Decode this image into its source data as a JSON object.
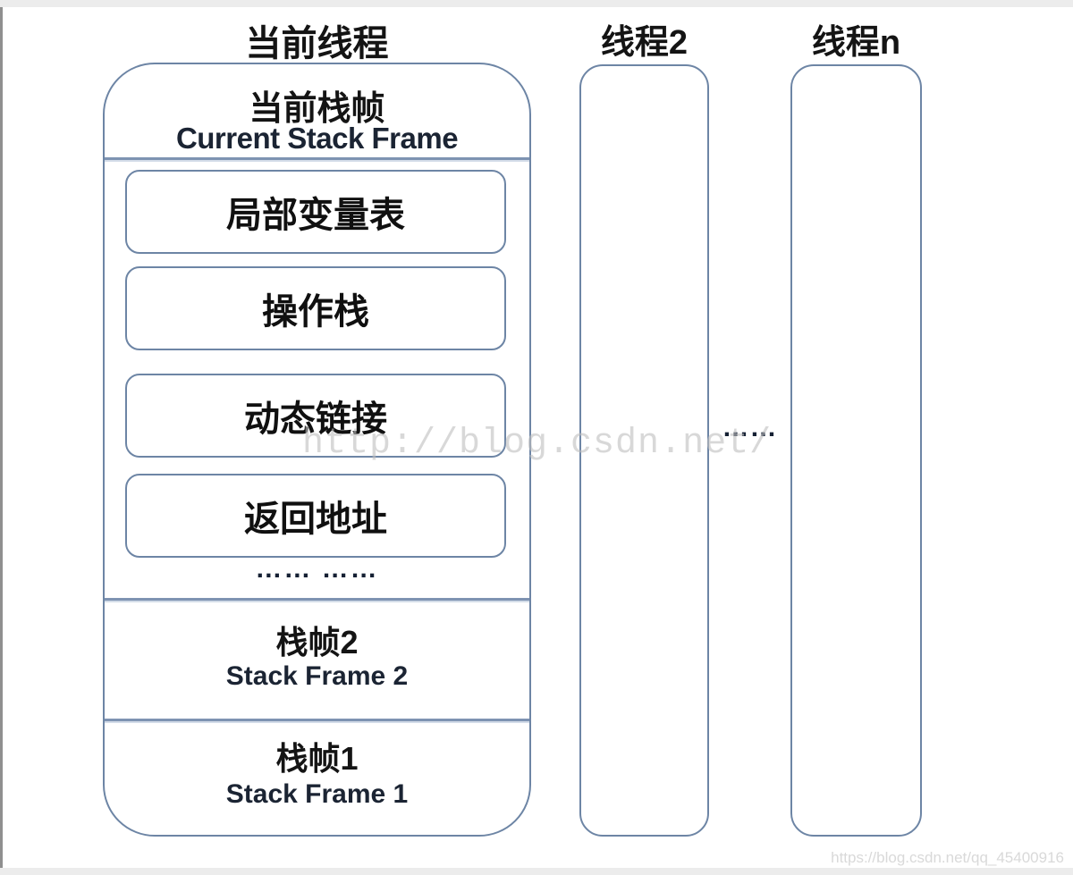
{
  "title": "当前线程",
  "stack": {
    "header_cn": "当前栈帧",
    "header_en": "Current Stack Frame",
    "frame_parts": [
      "局部变量表",
      "操作栈",
      "动态链接",
      "返回地址"
    ],
    "ellipsis_row": "…… ……",
    "frames": [
      {
        "cn": "栈帧2",
        "en": "Stack Frame 2"
      },
      {
        "cn": "栈帧1",
        "en": "Stack Frame 1"
      }
    ]
  },
  "threads": [
    {
      "label": "线程2"
    },
    {
      "label": "线程n"
    }
  ],
  "between_threads_ellipsis": "……",
  "watermarks": {
    "center": "http://blog.csdn.net/",
    "bottom_right": "https://blog.csdn.net/qq_45400916"
  },
  "colors": {
    "border": "#6d85a5",
    "divider": "#7e93b2",
    "watermark": "#bfbfbf"
  }
}
